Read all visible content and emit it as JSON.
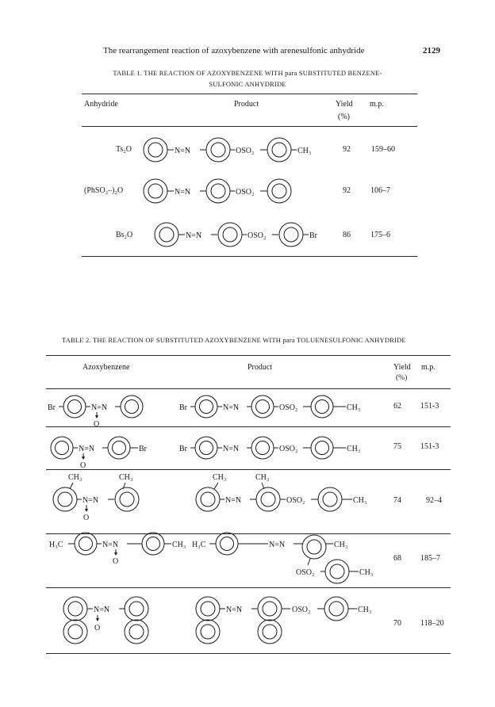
{
  "page": {
    "header_title": "The rearrangement reaction of azoxybenzene with arenesulfonic anhydride",
    "page_number": "2129"
  },
  "table1": {
    "caption_line1": "TABLE 1. THE REACTION OF AZOXYBENZENE WITH para SUBSTITUTED BENZENE-",
    "caption_line2": "SULFONIC ANHYDRIDE",
    "headers": {
      "anhydride": "Anhydride",
      "product": "Product",
      "yield": "Yield",
      "yield_unit": "(%)",
      "mp": "m.p."
    },
    "rows": [
      {
        "anhydride": "Ts₂O",
        "substituent": "CH₃",
        "yield": "92",
        "mp": "159–60"
      },
      {
        "anhydride": "(PhSO₂–)₂O",
        "substituent": "",
        "yield": "92",
        "mp": "106–7"
      },
      {
        "anhydride": "Bs₂O",
        "substituent": "Br",
        "yield": "86",
        "mp": "175–6"
      }
    ]
  },
  "table2": {
    "caption": "TABLE 2. THE REACTION OF SUBSTITUTED AZOXYBENZENE WITH para TOLUENESULFONIC ANHYDRIDE",
    "headers": {
      "azoxybenzene": "Azoxybenzene",
      "product": "Product",
      "yield": "Yield",
      "yield_unit": "(%)",
      "mp": "m.p."
    },
    "rows": [
      {
        "yield": "62",
        "mp": "151-3"
      },
      {
        "yield": "75",
        "mp": "151-3"
      },
      {
        "yield": "74",
        "mp": "92–4"
      },
      {
        "yield": "68",
        "mp": "185–7"
      },
      {
        "yield": "70",
        "mp": "118–20"
      }
    ]
  },
  "chem_labels": {
    "azo_bond": "N=N",
    "n_atom": "N",
    "o_atom": "O",
    "oso2": "OSO₂",
    "oso2_spaced": "OSO₂",
    "ch3": "CH₃",
    "h3c": "H₃C",
    "br": "Br"
  }
}
